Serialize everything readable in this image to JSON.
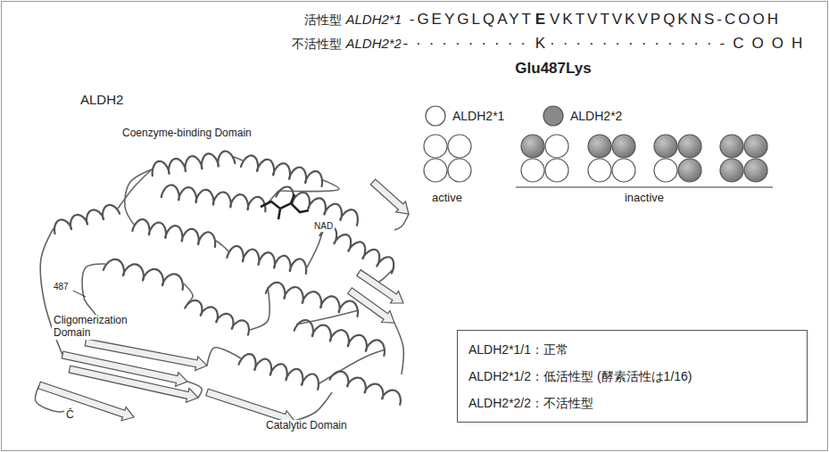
{
  "diagram": {
    "nodes": [
      {
        "text": [
          "ALDH2*1/1：正常",
          "ALDH2*1/2：低活性型 (酵素活性は1/16)",
          "ALDH2*2/2：不活性型"
        ]
      }
    ],
    "labels": [
      "活性型",
      "ALDH2*1",
      "-GEYGLQAYT",
      "E",
      "VKTVTVKVPQKNS-COOH",
      "不活性型",
      "ALDH2*2",
      "-·········",
      "K",
      "·············-COOH",
      "Glu487Lys",
      "ALDH2",
      "Coenzyme-binding Domain",
      "NAD",
      "487",
      "Cligomerization Domain",
      "C",
      "Catalytic Domain",
      "active",
      "inactive"
    ],
    "legend": [
      {
        "text": "ALDH2*1",
        "color": "#ffffff"
      },
      {
        "text": "ALDH2*2",
        "color": "#8a8a8a"
      }
    ]
  }
}
